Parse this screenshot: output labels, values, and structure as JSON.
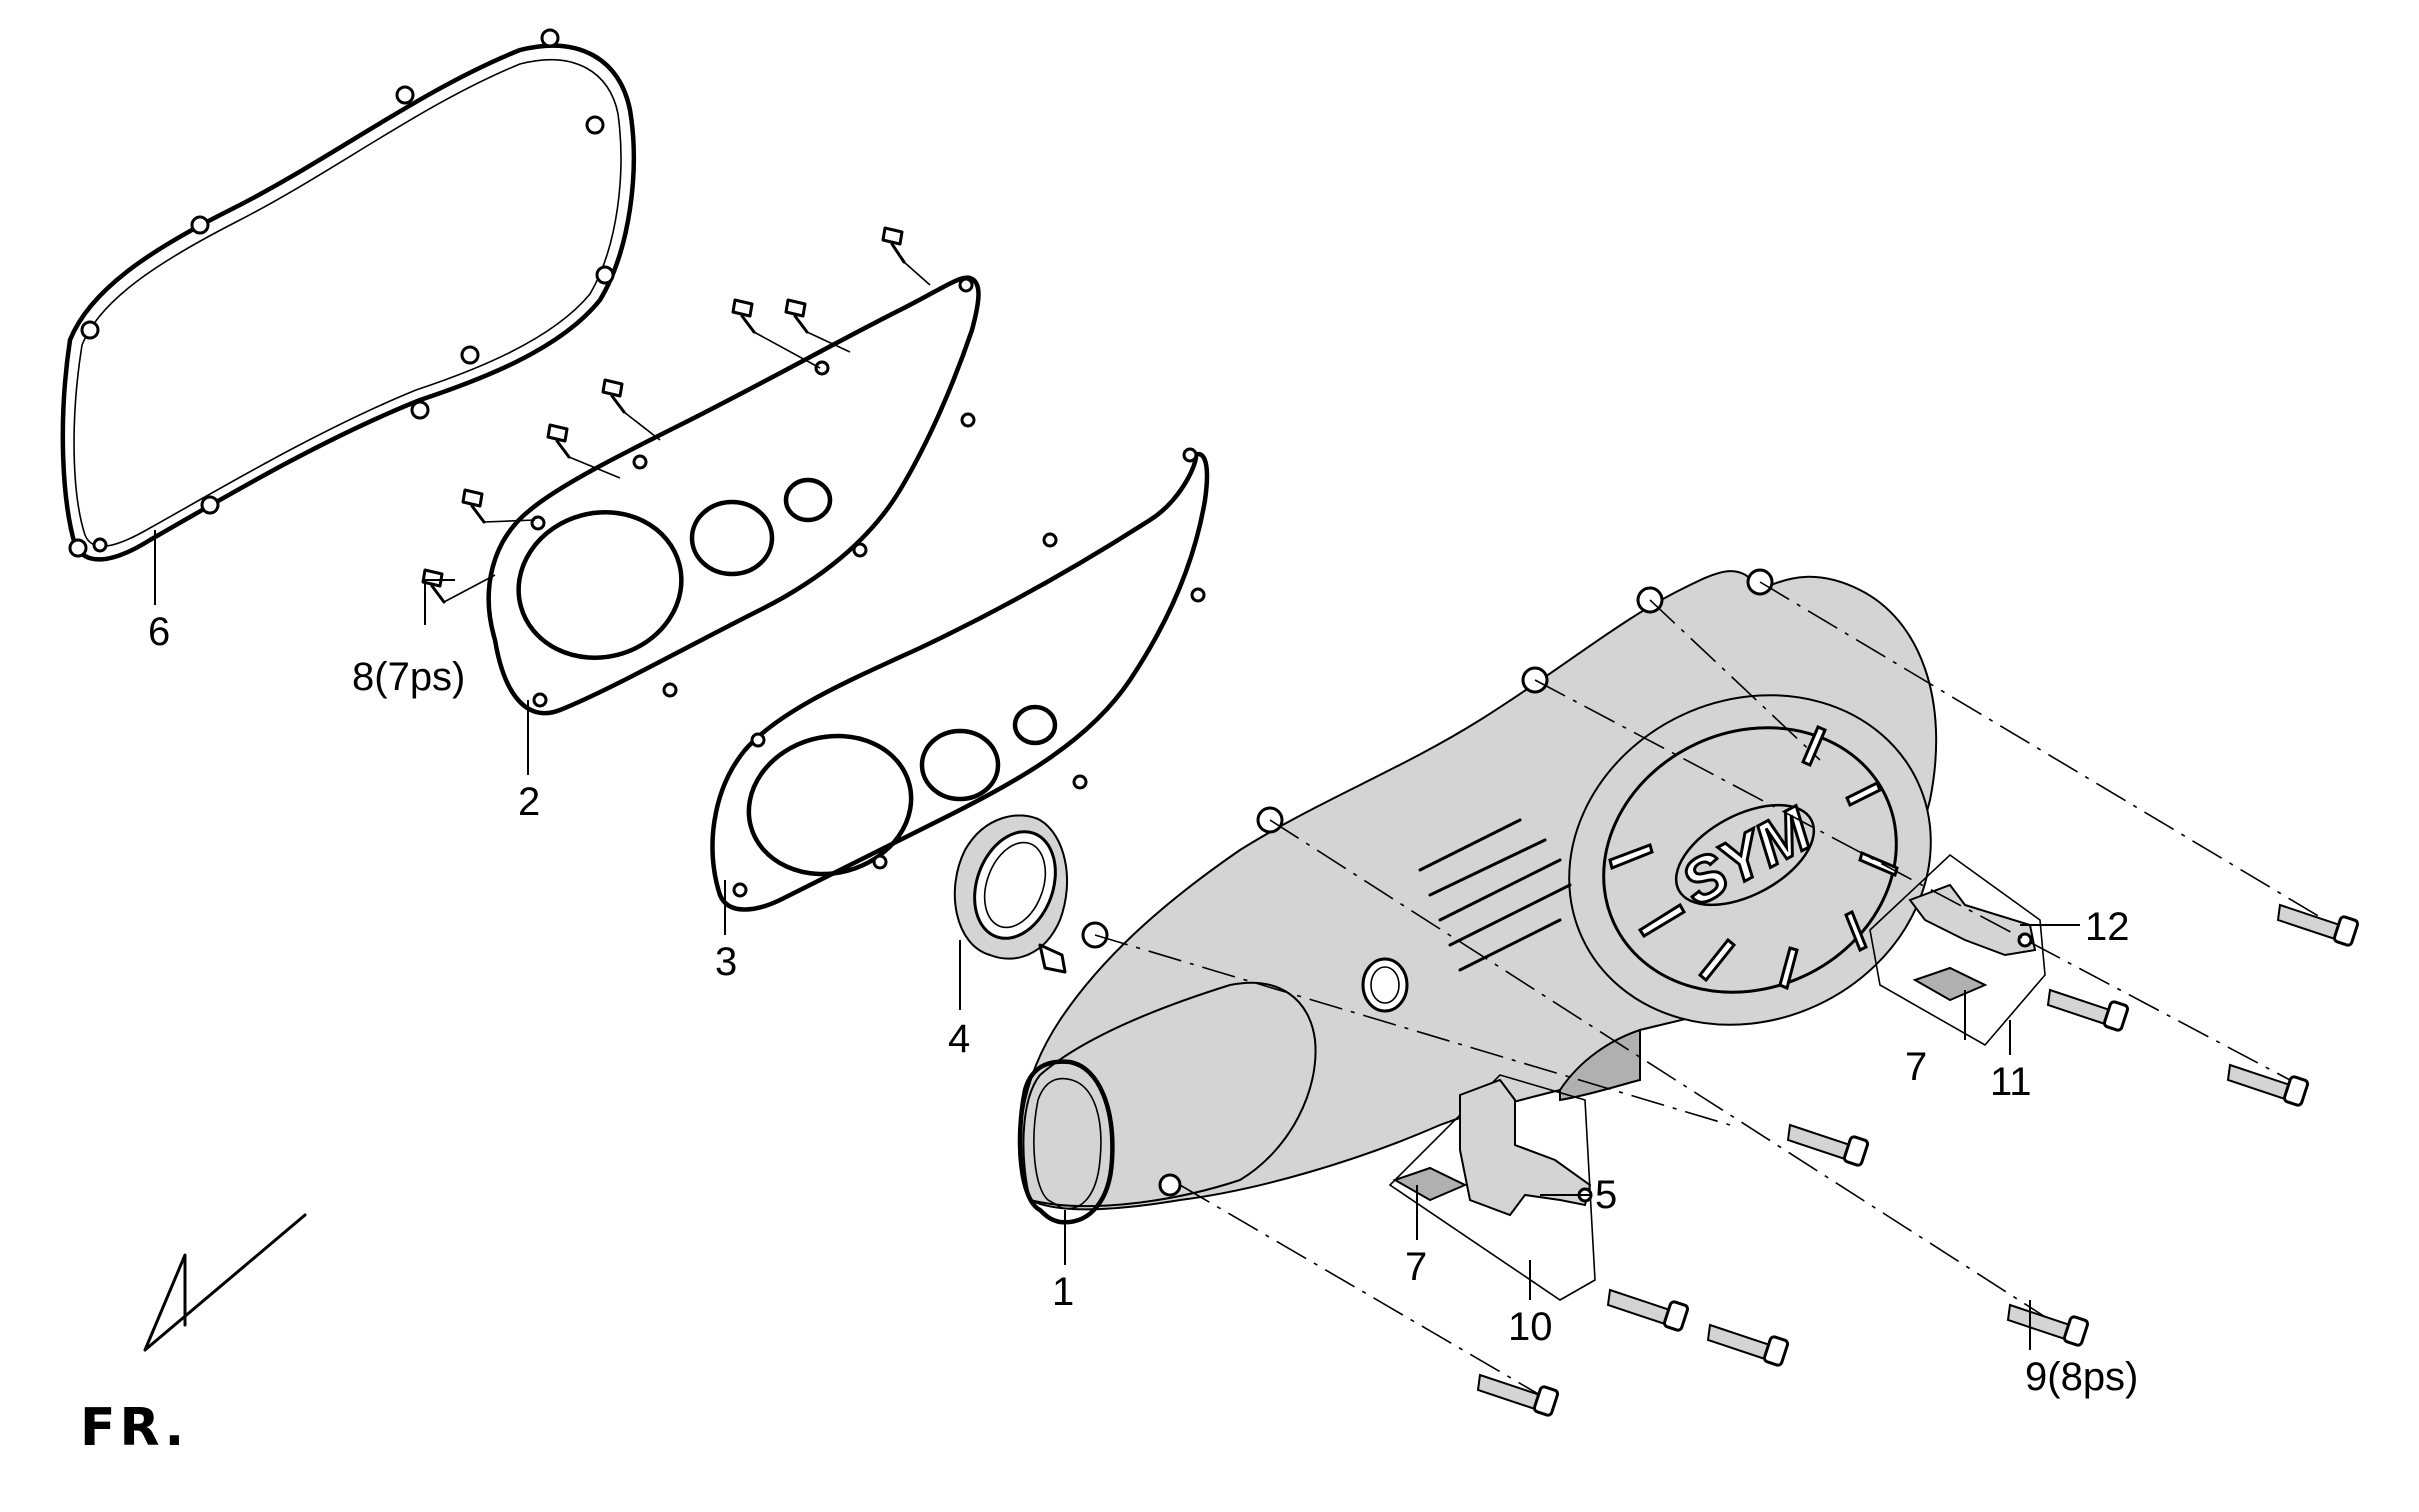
{
  "callouts": [
    {
      "id": "1",
      "text": "1"
    },
    {
      "id": "2",
      "text": "2"
    },
    {
      "id": "3",
      "text": "3"
    },
    {
      "id": "4",
      "text": "4"
    },
    {
      "id": "5",
      "text": "5"
    },
    {
      "id": "6",
      "text": "6"
    },
    {
      "id": "7a",
      "text": "7"
    },
    {
      "id": "7b",
      "text": "7"
    },
    {
      "id": "8",
      "text": "8(7ps)"
    },
    {
      "id": "9",
      "text": "9(8ps)"
    },
    {
      "id": "10",
      "text": "10"
    },
    {
      "id": "11",
      "text": "11"
    },
    {
      "id": "12",
      "text": "12"
    }
  ],
  "direction_marker": {
    "text": "FR."
  },
  "logo": {
    "text": "SYM"
  }
}
